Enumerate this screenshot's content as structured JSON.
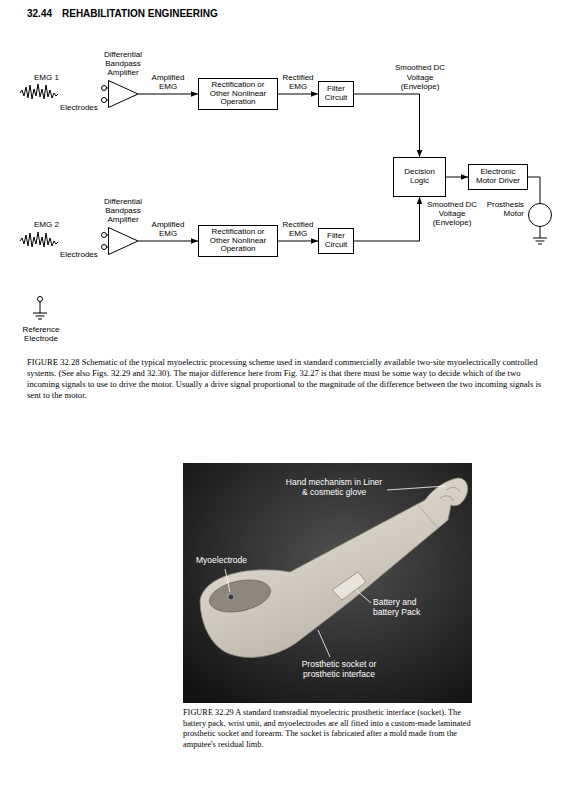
{
  "diagram": {
    "caption": "FIGURE 32.28 Schematic of the typical myoelectric processing scheme used in standard commercially available two-site myoelectrically controlled systems. (See also Figs. 32.29 and 32.30). The major difference here from Fig. 32.27 is that there must be some way to decide which of the two incoming signals to use to drive the motor. Usually a drive signal proportional to the magnitude of the difference between the two incoming signals is sent to the motor.",
    "nodes": [
      {
        "text": [
          "Differential Bandpass Amplifier"
        ]
      },
      {
        "text": [
          "Rectification or Other Nonlinear Operation"
        ]
      },
      {
        "text": [
          "Filter Circuit"
        ]
      },
      {
        "text": [
          "Decision Logic"
        ]
      },
      {
        "text": [
          "Electronic Motor Driver"
        ]
      },
      {
        "text": [
          "Prosthesis Motor"
        ]
      },
      {
        "text": [
          "Differential Bandpass Amplifier"
        ]
      },
      {
        "text": [
          "Rectification or Other Nonlinear Operation"
        ]
      },
      {
        "text": [
          "Filter Circuit"
        ]
      }
    ],
    "edges": [
      {
        "from": 0,
        "to": 1,
        "label": "Amplified EMG",
        "arrow": "to"
      },
      {
        "from": 1,
        "to": 2,
        "label": "Rectified EMG",
        "arrow": "to"
      },
      {
        "from": 2,
        "to": 3,
        "label": "Smoothed DC Voltage (Envelope)",
        "arrow": "to"
      },
      {
        "from": 3,
        "to": 4,
        "arrow": "to"
      },
      {
        "from": 4,
        "to": 5,
        "arrow": "none"
      },
      {
        "from": 6,
        "to": 7,
        "label": "Amplified EMG",
        "arrow": "to"
      },
      {
        "from": 7,
        "to": 8,
        "label": "Rectified EMG",
        "arrow": "to"
      },
      {
        "from": 8,
        "to": 3,
        "label": "Smoothed DC Voltage (Envelope)",
        "arrow": "to"
      }
    ],
    "labels": [
      "32.44",
      "REHABILITATION ENGINEERING",
      "EMG 1",
      "Electrodes",
      "EMG 2",
      "Electrodes",
      "Reference Electrode",
      "Hand mechanism in Liner & cosmetic glove",
      "Myoelectrode",
      "Battery and battery Pack",
      "Prosthetic socket or prosthetic interface",
      "FIGURE 32.29 A standard transradial myoelectric prosthetic interface (socket). The battery pack, wrist unit, and myoelectrodes are all fitted into a custom-made laminated prosthetic socket and forearm. The socket is fabricated after a mold made from the amputee's residual limb."
    ]
  }
}
